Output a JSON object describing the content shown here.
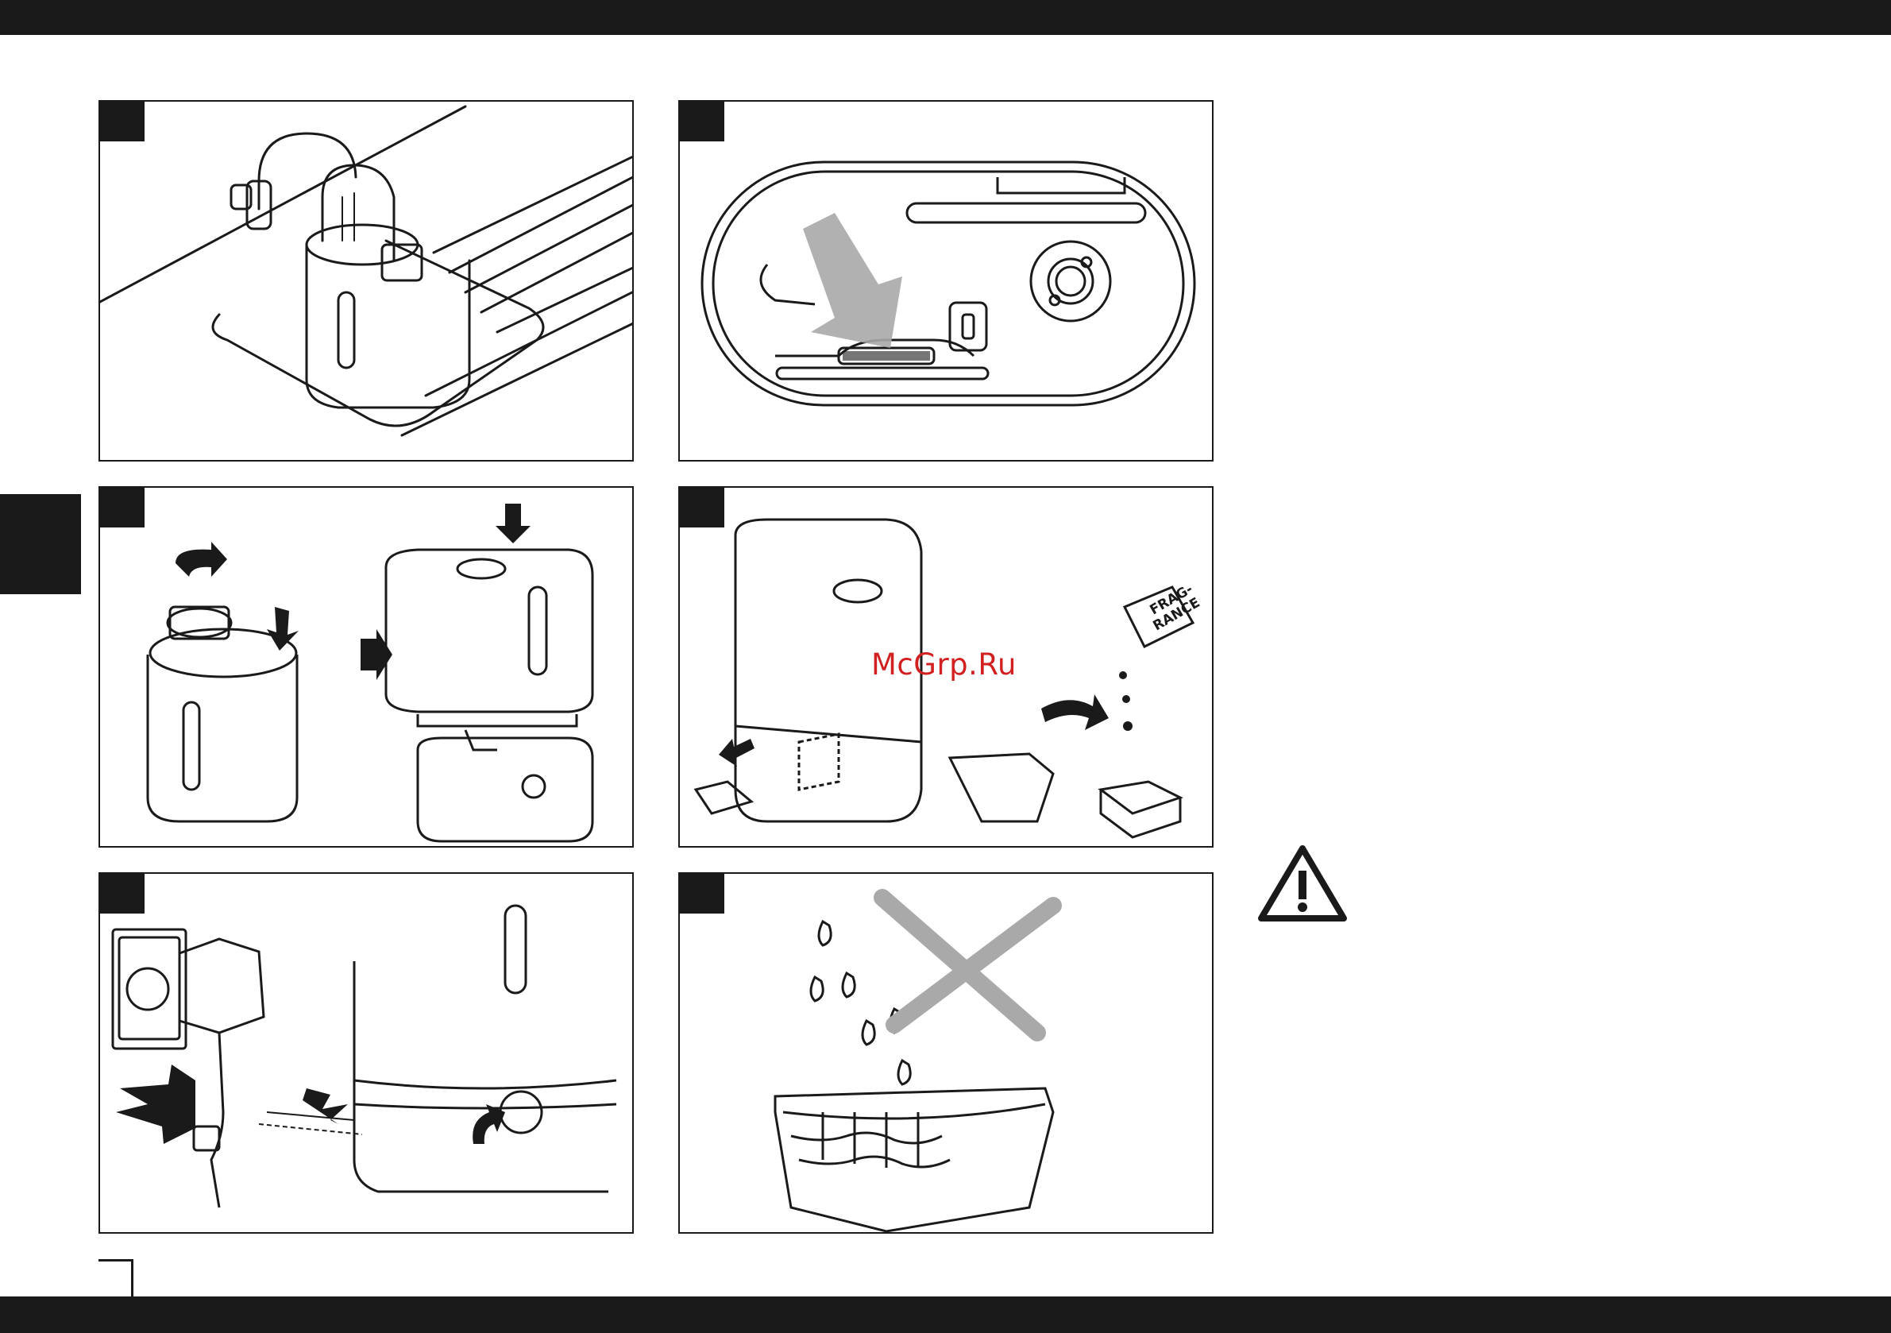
{
  "watermark": {
    "text": "McGrp.Ru",
    "color": "#d21f1f"
  },
  "fragrance_label": {
    "line1": "FRAG-",
    "line2": "RANCE"
  },
  "colors": {
    "ink": "#1a1a1a",
    "accent_arrow": "#a9a9a9",
    "background": "#ffffff"
  },
  "icons": {
    "warning": "warning-triangle-icon",
    "arrow": "arrow-icon"
  },
  "panels": [
    {
      "id": "fill-at-tap",
      "illustration": "humidifier tank filled under a kitchen tap"
    },
    {
      "id": "base-bottom",
      "illustration": "underside of the humidifier base"
    },
    {
      "id": "assemble-tank",
      "illustration": "cap screwed on, tank placed onto base"
    },
    {
      "id": "fragrance-box",
      "illustration": "fragrance box with sponge and drops"
    },
    {
      "id": "plug-in",
      "illustration": "adapter plugged into socket, dial turned"
    },
    {
      "id": "no-water-tray",
      "illustration": "do not pour water into the fragrance tray"
    }
  ]
}
